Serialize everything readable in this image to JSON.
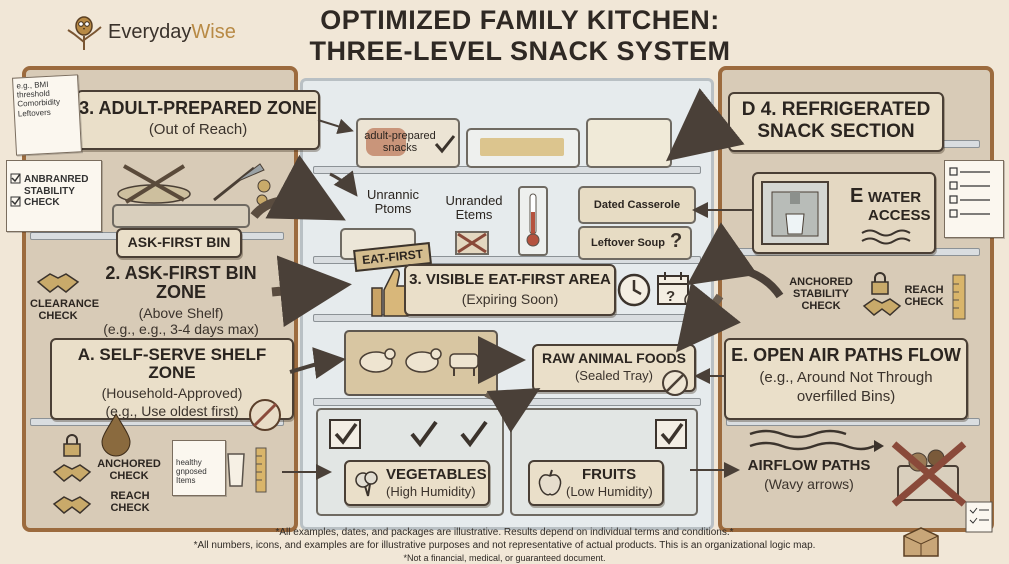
{
  "brand": {
    "name_plain": "Everyday",
    "name_accent": "Wise",
    "accent_color": "#b88a45"
  },
  "title": {
    "line1": "OPTIMIZED FAMILY KITCHEN:",
    "line2": "THREE-LEVEL SNACK SYSTEM"
  },
  "zones": {
    "adult": {
      "title": "3. ADULT-PREPARED ZONE",
      "subtitle": "(Out of Reach)"
    },
    "askfirst": {
      "title": "2. ASK-FIRST BIN ZONE",
      "subtitle1": "(Above Shelf)",
      "subtitle2": "(e.g., e.g., 3-4 days max)"
    },
    "selfserve": {
      "title": "A. SELF-SERVE SHELF ZONE",
      "subtitle1": "(Household-Approved)",
      "subtitle2": "(e.g., Use oldest first)"
    },
    "refrigerated": {
      "title1": "D 4. REFRIGERATED",
      "title2": "SNACK SECTION"
    },
    "water": {
      "letter": "E",
      "title1": "WATER",
      "title2": "ACCESS"
    },
    "openair": {
      "title": "E. OPEN AIR PATHS FLOW",
      "subtitle1": "(e.g., Around Not Through",
      "subtitle2": "overfilled Bins)"
    },
    "airflow": {
      "title": "AIRFLOW PATHS",
      "subtitle": "(Wavy arrows)"
    },
    "eatfirst": {
      "title": "3. VISIBLE EAT-FIRST AREA",
      "subtitle": "(Expiring Soon)",
      "sign": "EAT-FIRST"
    },
    "raw": {
      "title": "RAW ANIMAL FOODS",
      "subtitle": "(Sealed Tray)"
    },
    "vegetables": {
      "title": "VEGETABLES",
      "subtitle": "(High Humidity)"
    },
    "fruits": {
      "title": "FRUITS",
      "subtitle": "(Low Humidity)"
    }
  },
  "labels": {
    "ask_first_bin": "ASK-FIRST BIN",
    "adult_snacks1": "adult-prepared",
    "adult_snacks2": "snacks",
    "unrannic1": "Unrannic",
    "unrannic2": "Ptoms",
    "unranded1": "Unranded",
    "unranded2": "Etems",
    "dated_casserole": "Dated Casserole",
    "leftover_soup": "Leftover Soup",
    "anbranred1": "ANBRANRED",
    "anbranred2": "STABILITY",
    "anbranred3": "CHECK",
    "clearance1": "CLEARANCE",
    "clearance2": "CHECK",
    "anchored_left1": "ANCHORED",
    "anchored_left2": "CHECK",
    "reach_left1": "REACH",
    "reach_left2": "CHECK",
    "anchored_right1": "ANCHORED",
    "anchored_right2": "STABILITY",
    "anchored_right3": "CHECK",
    "reach_right1": "REACH",
    "reach_right2": "CHECK"
  },
  "notes": {
    "bmi": [
      "e.g., BMI",
      "threshold",
      "Comorbidity",
      "Leftovers"
    ],
    "healthy": [
      "healthy",
      "gnposed",
      "Items"
    ]
  },
  "footer": {
    "line1": "*All examples, dates, and packages are illustrative. Results depend on individual terms and conditions.*",
    "line2": "*All numbers, icons, and examples are for illustrative purposes and not representative of actual products. This is an organizational logic map.",
    "line3": "*Not a financial, medical, or guaranteed document."
  },
  "colors": {
    "panel": "#eadfc9",
    "border": "#4a3f35",
    "door_frame": "#9c6b3e",
    "arrow": "#4a4038",
    "check": "#3b332c",
    "cross": "#8a4a3a"
  }
}
